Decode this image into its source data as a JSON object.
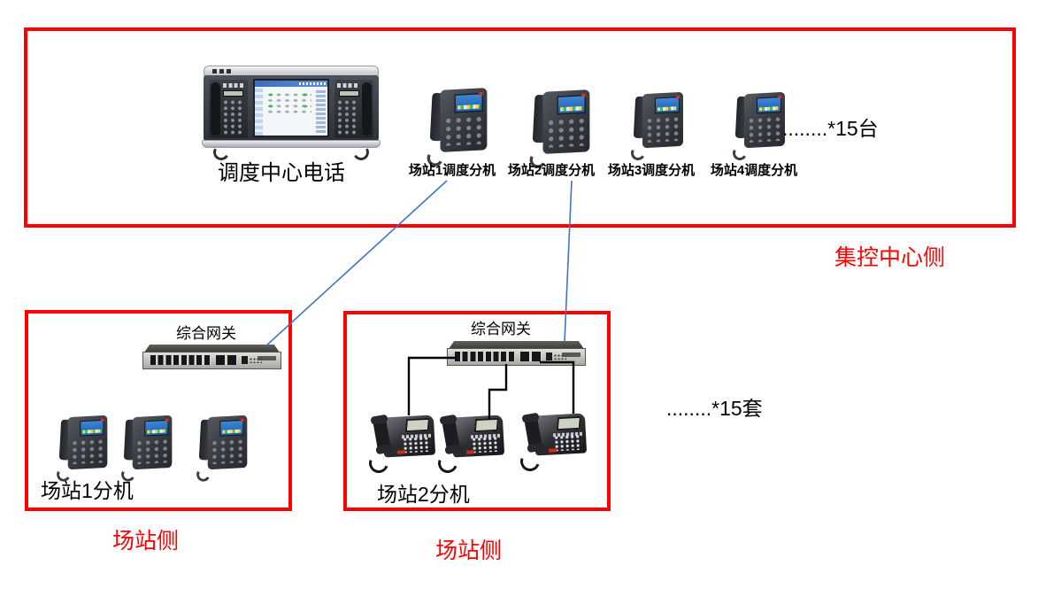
{
  "diagram": {
    "control_center": {
      "console_label": "调度中心电话",
      "extensions": [
        {
          "label": "场站1调度分机"
        },
        {
          "label": "场站2调度分机"
        },
        {
          "label": "场站3调度分机"
        },
        {
          "label": "场站4调度分机"
        }
      ],
      "more_units": "........*15台",
      "side_label": "集控中心侧"
    },
    "station1": {
      "gateway_label": "综合网关",
      "extensions_label": "场站1分机",
      "side_label": "场站侧"
    },
    "station2": {
      "gateway_label": "综合网关",
      "extensions_label": "场站2分机",
      "side_label": "场站侧"
    },
    "more_sets": "........*15套",
    "devices": {
      "console": "dispatch-console",
      "ip_phone": "ip-phone",
      "analog_phone": "analog-phone",
      "gateway": "voip-gateway"
    },
    "colors": {
      "boundary_red": "#ff0000",
      "link_blue": "#4472c4",
      "wire_black": "#000000"
    }
  }
}
